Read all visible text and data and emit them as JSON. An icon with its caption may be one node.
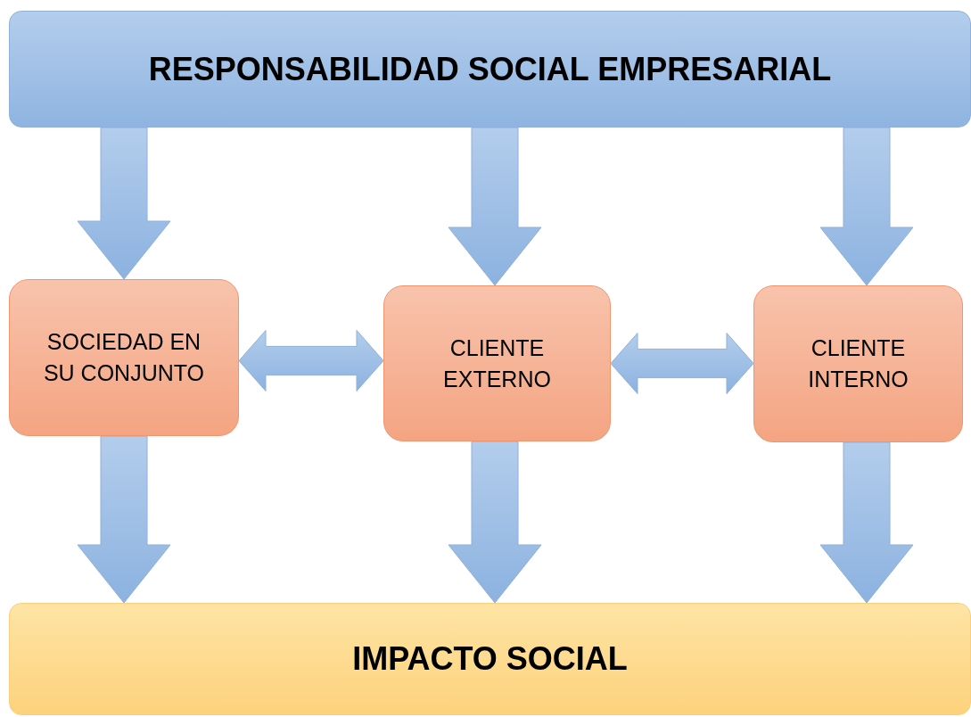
{
  "diagram": {
    "nodes": [
      {
        "text": [
          "RESPONSABILIDAD SOCIAL EMPRESARIAL"
        ]
      },
      {
        "text": [
          "SOCIEDAD EN SU CONJUNTO"
        ]
      },
      {
        "text": [
          "CLIENTE EXTERNO"
        ]
      },
      {
        "text": [
          "CLIENTE INTERNO"
        ]
      },
      {
        "text": [
          "IMPACTO SOCIAL"
        ]
      }
    ],
    "edges": [
      {
        "from": 0,
        "to": 1,
        "arrow": "to"
      },
      {
        "from": 0,
        "to": 2,
        "arrow": "to"
      },
      {
        "from": 0,
        "to": 3,
        "arrow": "to"
      },
      {
        "from": 1,
        "to": 2,
        "arrow": "both"
      },
      {
        "from": 2,
        "to": 3,
        "arrow": "both"
      },
      {
        "from": 1,
        "to": 4,
        "arrow": "to"
      },
      {
        "from": 2,
        "to": 4,
        "arrow": "to"
      },
      {
        "from": 3,
        "to": 4,
        "arrow": "to"
      }
    ]
  }
}
